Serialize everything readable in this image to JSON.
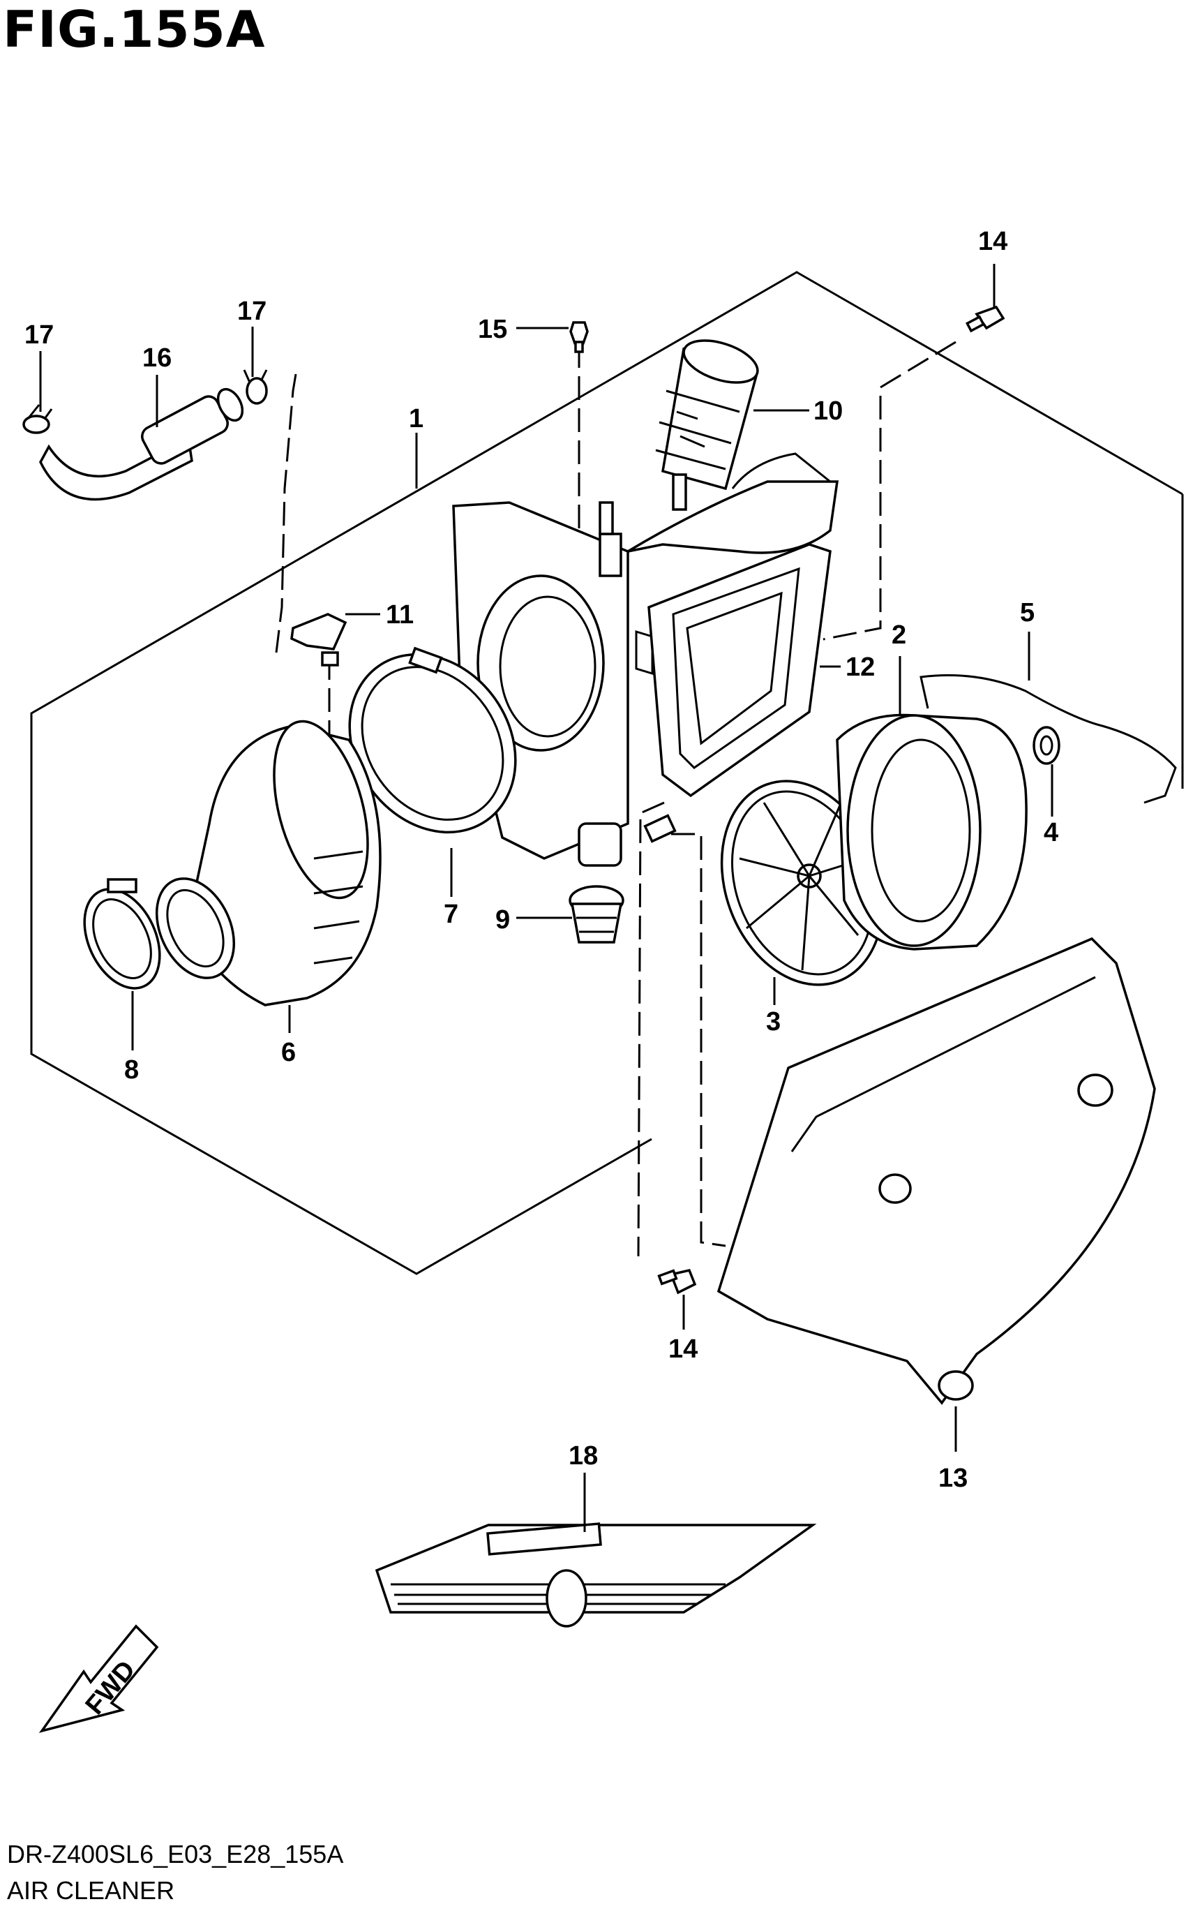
{
  "figure": {
    "title": "FIG.155A",
    "model_code": "DR-Z400SL6_E03_E28_155A",
    "section_name": "AIR CLEANER",
    "fwd_label": "FWD"
  },
  "callouts": {
    "c1": "1",
    "c2": "2",
    "c3": "3",
    "c4": "4",
    "c5": "5",
    "c6": "6",
    "c7": "7",
    "c8": "8",
    "c9": "9",
    "c10": "10",
    "c11": "11",
    "c12": "12",
    "c13": "13",
    "c14a": "14",
    "c14b": "14",
    "c15": "15",
    "c16": "16",
    "c17a": "17",
    "c17b": "17",
    "c18": "18"
  }
}
